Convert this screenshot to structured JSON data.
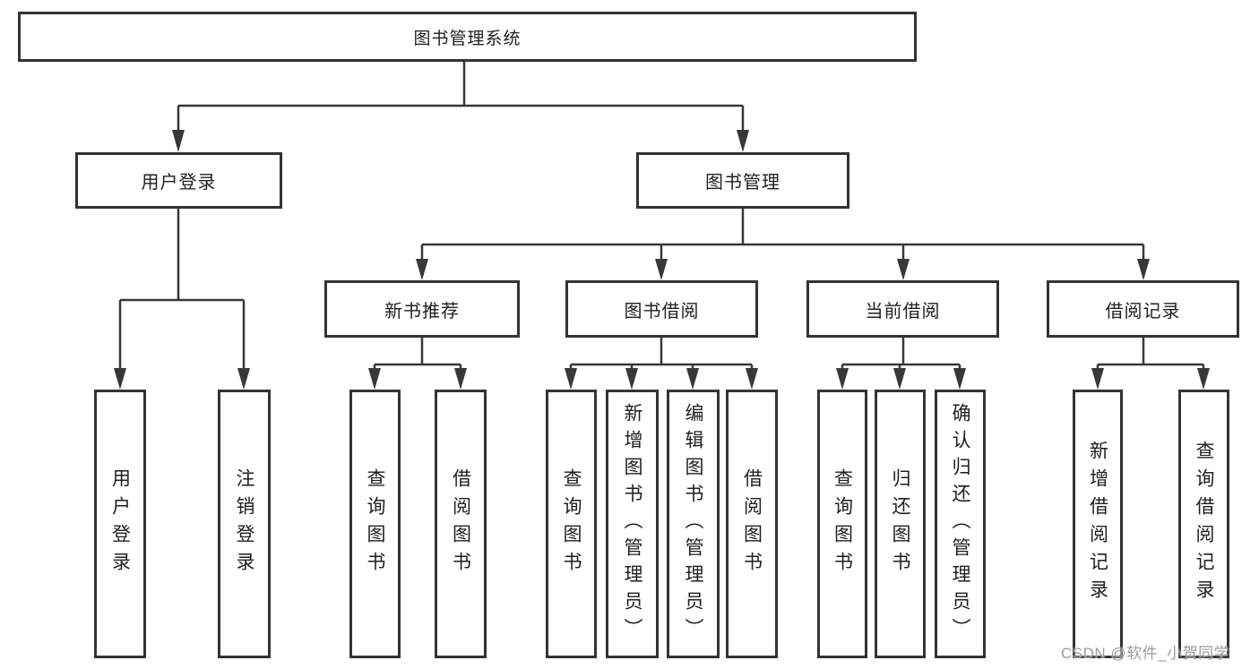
{
  "diagram": {
    "title": "图书管理系统",
    "colors": {
      "line": "#383838",
      "box_border": "#333333",
      "text": "#1f1f1f",
      "watermark": "#969698",
      "background": "#ffffff"
    },
    "nodes": {
      "root": {
        "label": "图书管理系统"
      },
      "userLogin": {
        "label": "用户登录"
      },
      "bookMgmt": {
        "label": "图书管理"
      },
      "newBookRec": {
        "label": "新书推荐"
      },
      "bookBorrow": {
        "label": "图书借阅"
      },
      "currentBorrow": {
        "label": "当前借阅"
      },
      "borrowRecord": {
        "label": "借阅记录"
      },
      "lUserLogin": {
        "label": "用户登录"
      },
      "lLogout": {
        "label": "注销登录"
      },
      "lQueryBook1": {
        "label": "查询图书"
      },
      "lBorrowBook1": {
        "label": "借阅图书"
      },
      "lQueryBook2": {
        "label": "查询图书"
      },
      "lAddBook": {
        "label": "新增图书（管理员）"
      },
      "lEditBook": {
        "label": "编辑图书（管理员）"
      },
      "lBorrowBook2": {
        "label": "借阅图书"
      },
      "lQueryBook3": {
        "label": "查询图书"
      },
      "lReturnBook": {
        "label": "归还图书"
      },
      "lConfirmReturn": {
        "label": "确认归还（管理员）"
      },
      "lAddRecord": {
        "label": "新增借阅记录"
      },
      "lQueryRecord": {
        "label": "查询借阅记录"
      }
    },
    "hierarchy": {
      "root": [
        "userLogin",
        "bookMgmt"
      ],
      "userLogin": [
        "lUserLogin",
        "lLogout"
      ],
      "bookMgmt": [
        "newBookRec",
        "bookBorrow",
        "currentBorrow",
        "borrowRecord"
      ],
      "newBookRec": [
        "lQueryBook1",
        "lBorrowBook1"
      ],
      "bookBorrow": [
        "lQueryBook2",
        "lAddBook",
        "lEditBook",
        "lBorrowBook2"
      ],
      "currentBorrow": [
        "lQueryBook3",
        "lReturnBook",
        "lConfirmReturn"
      ],
      "borrowRecord": [
        "lAddRecord",
        "lQueryRecord"
      ]
    },
    "watermark": {
      "text": "CSDN @软件_小贺同学"
    }
  }
}
